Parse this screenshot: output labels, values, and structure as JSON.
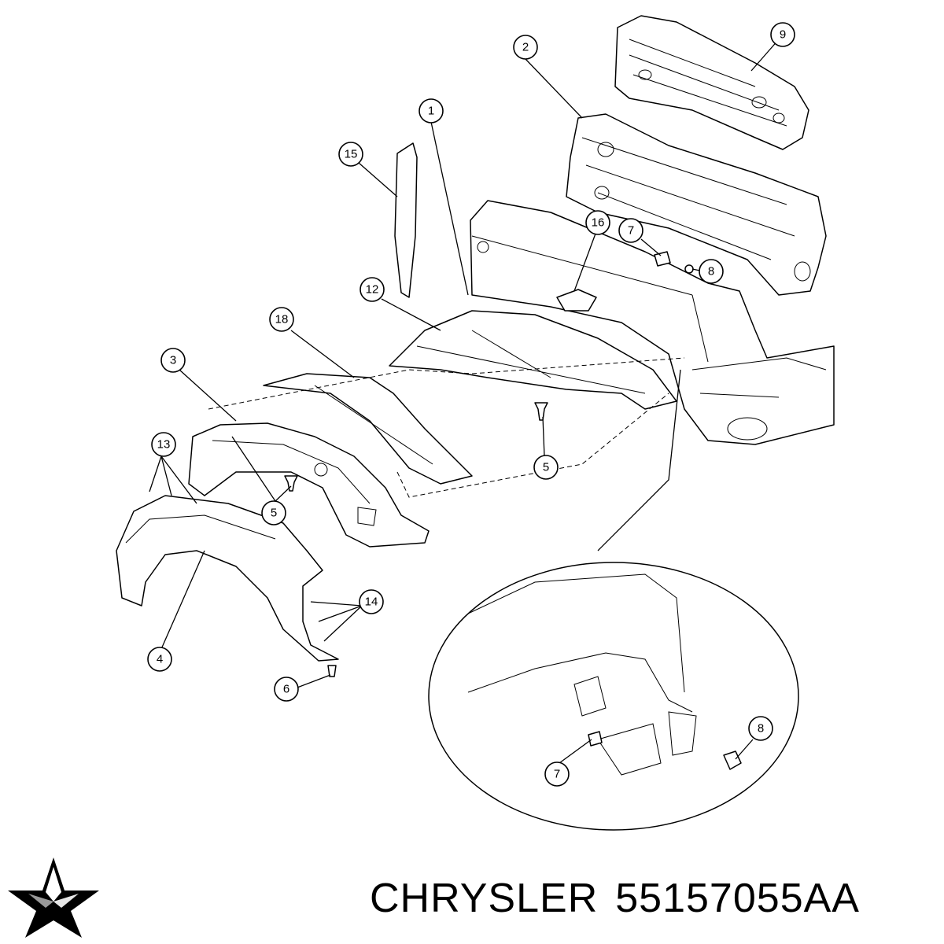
{
  "callouts": {
    "c1": "1",
    "c2": "2",
    "c3": "3",
    "c4": "4",
    "c5a": "5",
    "c5b": "5",
    "c6": "6",
    "c7a": "7",
    "c7b": "7",
    "c8a": "8",
    "c8b": "8",
    "c9": "9",
    "c12": "12",
    "c13": "13",
    "c14": "14",
    "c15": "15",
    "c16": "16",
    "c18": "18"
  },
  "footer": {
    "brand": "CHRYSLER",
    "part_number": "55157055AA"
  },
  "colors": {
    "line": "#000000",
    "background": "#ffffff"
  },
  "logo_icon": "chrysler-pentastar-icon"
}
